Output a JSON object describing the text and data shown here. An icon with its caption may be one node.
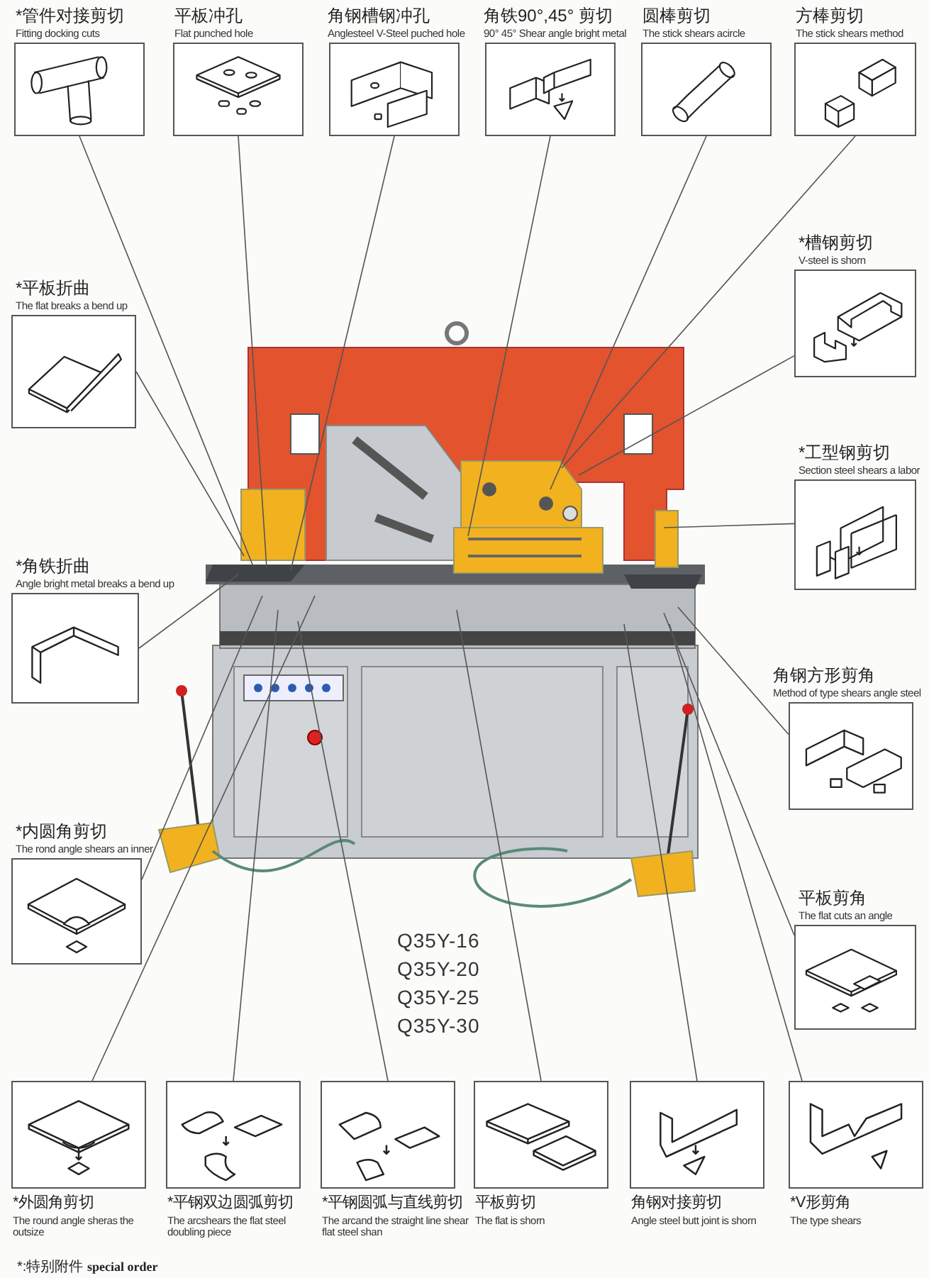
{
  "diagram": {
    "nodes": [
      {
        "text": [
          "*管件对接剪切",
          "Fitting docking cuts"
        ]
      },
      {
        "text": [
          "平板冲孔",
          "Flat punched hole"
        ]
      },
      {
        "text": [
          "角钢槽钢冲孔",
          "Anglesteel V-Steel puched hole"
        ]
      },
      {
        "text": [
          "角铁90°,45° 剪切",
          "90° 45° Shear angle bright metal"
        ]
      },
      {
        "text": [
          "圆棒剪切",
          "The stick shears acircle"
        ]
      },
      {
        "text": [
          "方棒剪切",
          "The stick shears method"
        ]
      },
      {
        "text": [
          "*平板折曲",
          "The flat breaks a bend up"
        ]
      },
      {
        "text": [
          "*角铁折曲",
          "Angle bright metal breaks a bend up"
        ]
      },
      {
        "text": [
          "*内圆角剪切",
          "The rond angle shears an inner"
        ]
      },
      {
        "text": [
          "*槽钢剪切",
          "V-steel is shorn"
        ]
      },
      {
        "text": [
          "*工型钢剪切",
          "Section steel shears a labor"
        ]
      },
      {
        "text": [
          "角钢方形剪角",
          "Method of type shears angle steel"
        ]
      },
      {
        "text": [
          "平板剪角",
          "The flat cuts an angle"
        ]
      },
      {
        "text": [
          "*外圆角剪切",
          "The round angle sheras the outsize"
        ]
      },
      {
        "text": [
          "*平钢双边圆弧剪切",
          "The arcshears the flat steel doubling piece"
        ]
      },
      {
        "text": [
          "*平钢圆弧与直线剪切",
          "The arcand the straight line shear flat steel shan"
        ]
      },
      {
        "text": [
          "平板剪切",
          "The flat is shorn"
        ]
      },
      {
        "text": [
          "角钢对接剪切",
          "Angle steel butt joint is shorn"
        ]
      },
      {
        "text": [
          "*V形剪角",
          "The type shears"
        ]
      }
    ],
    "edges": [
      {
        "from": 0,
        "to": null,
        "arrow": "none"
      },
      {
        "from": 1,
        "to": null,
        "arrow": "none"
      },
      {
        "from": 2,
        "to": null,
        "arrow": "none"
      },
      {
        "from": 3,
        "to": null,
        "arrow": "none"
      },
      {
        "from": 4,
        "to": null,
        "arrow": "none"
      },
      {
        "from": 5,
        "to": null,
        "arrow": "none"
      },
      {
        "from": 6,
        "to": null,
        "arrow": "none"
      },
      {
        "from": 7,
        "to": null,
        "arrow": "none"
      },
      {
        "from": 8,
        "to": null,
        "arrow": "none"
      },
      {
        "from": 9,
        "to": null,
        "arrow": "none"
      },
      {
        "from": 10,
        "to": null,
        "arrow": "none"
      },
      {
        "from": 11,
        "to": null,
        "arrow": "none"
      },
      {
        "from": 12,
        "to": null,
        "arrow": "none"
      },
      {
        "from": 13,
        "to": null,
        "arrow": "none"
      },
      {
        "from": 14,
        "to": null,
        "arrow": "none"
      },
      {
        "from": 15,
        "to": null,
        "arrow": "none"
      },
      {
        "from": 16,
        "to": null,
        "arrow": "none"
      },
      {
        "from": 17,
        "to": null,
        "arrow": "none"
      },
      {
        "from": 18,
        "to": null,
        "arrow": "none"
      }
    ],
    "labels": [
      "Q35Y-16",
      "Q35Y-20",
      "Q35Y-25",
      "Q35Y-30",
      "*:特别附件 **special order**"
    ]
  }
}
